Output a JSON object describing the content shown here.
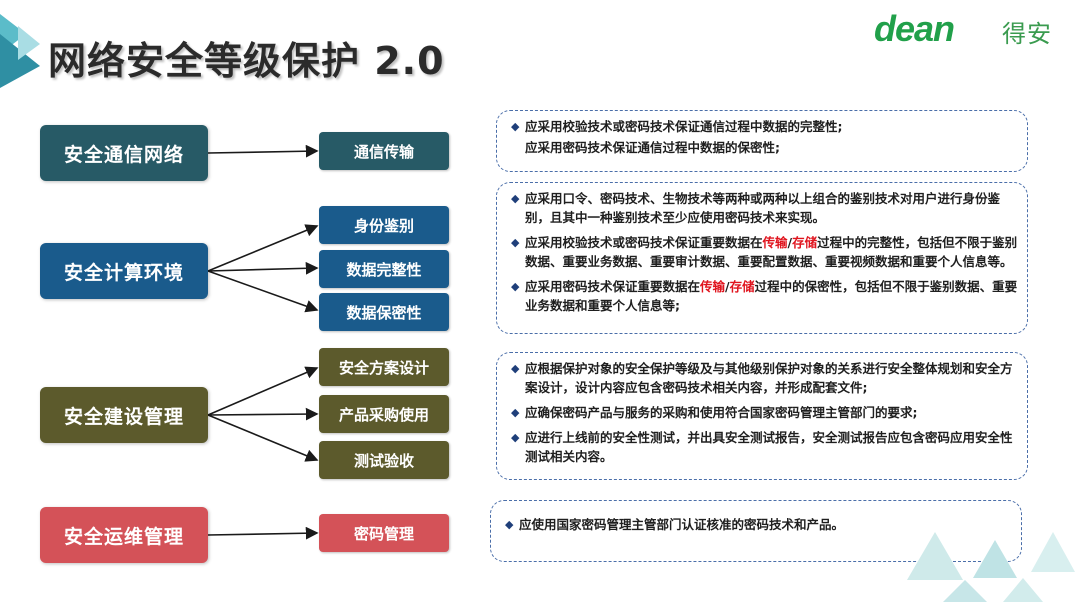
{
  "header": {
    "title": "网络安全等级保护 2.0",
    "logo_text": "dean",
    "logo_cn": "得安"
  },
  "colors": {
    "teal_dark": "#275a66",
    "blue": "#1a5b8c",
    "olive": "#5c5a2c",
    "red": "#d45258",
    "highlight": "#e0141e",
    "panel_border": "#4a6ea9"
  },
  "categories": [
    {
      "label": "安全通信网络"
    },
    {
      "label": "安全计算环境"
    },
    {
      "label": "安全建设管理"
    },
    {
      "label": "安全运维管理"
    }
  ],
  "subs": {
    "comm": [
      "通信传输"
    ],
    "compute": [
      "身份鉴别",
      "数据完整性",
      "数据保密性"
    ],
    "build": [
      "安全方案设计",
      "产品采购使用",
      "测试验收"
    ],
    "ops": [
      "密码管理"
    ]
  },
  "panels": {
    "comm": {
      "items": [
        "应采用校验技术或密码技术保证通信过程中数据的完整性;",
        "应采用密码技术保证通信过程中数据的保密性;"
      ]
    },
    "compute": {
      "item1": "应采用口令、密码技术、生物技术等两种或两种以上组合的鉴别技术对用户进行身份鉴别，且其中一种鉴别技术至少应使用密码技术来实现。",
      "item2_pre": "应采用校验技术或密码技术保证重要数据在",
      "item2_hl1": "传输",
      "item2_sep": "/",
      "item2_hl2": "存储",
      "item2_post": "过程中的完整性，包括但不限于鉴别数据、重要业务数据、重要审计数据、重要配置数据、重要视频数据和重要个人信息等。",
      "item3_pre": "应采用密码技术保证重要数据在",
      "item3_hl1": "传输",
      "item3_sep": "/",
      "item3_hl2": "存储",
      "item3_post": "过程中的保密性，包括但不限于鉴别数据、重要业务数据和重要个人信息等;"
    },
    "build": {
      "items": [
        "应根据保护对象的安全保护等级及与其他级别保护对象的关系进行安全整体规划和安全方案设计，设计内容应包含密码技术相关内容，并形成配套文件;",
        "应确保密码产品与服务的采购和使用符合国家密码管理主管部门的要求;",
        "应进行上线前的安全性测试，并出具安全测试报告，安全测试报告应包含密码应用安全性测试相关内容。"
      ]
    },
    "ops": {
      "items": [
        "应使用国家密码管理主管部门认证核准的密码技术和产品。"
      ]
    }
  }
}
